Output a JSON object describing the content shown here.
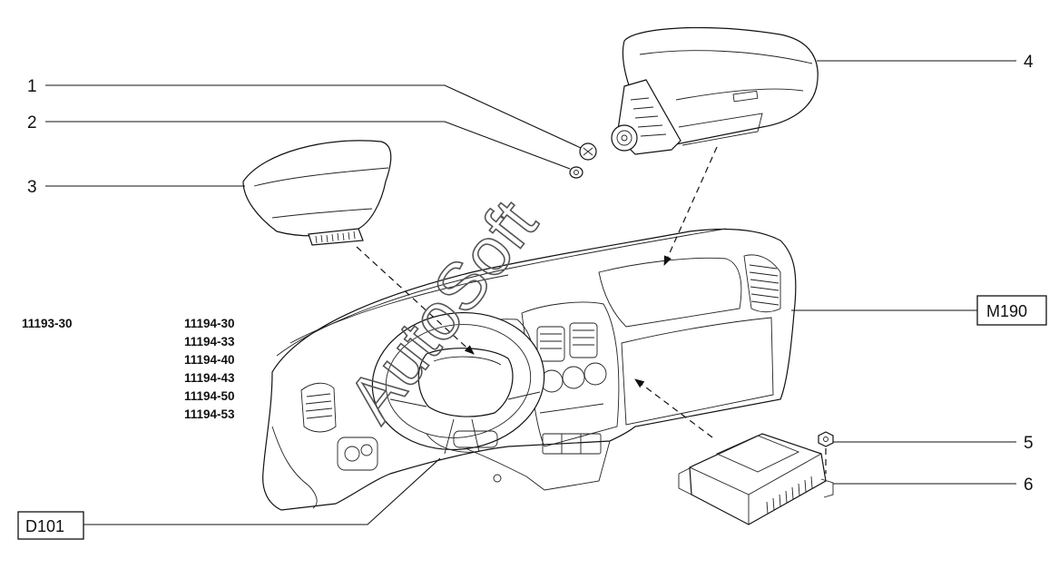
{
  "callouts": [
    {
      "id": "1",
      "text": "1"
    },
    {
      "id": "2",
      "text": "2"
    },
    {
      "id": "3",
      "text": "3"
    },
    {
      "id": "4",
      "text": "4"
    },
    {
      "id": "5",
      "text": "5"
    },
    {
      "id": "6",
      "text": "6"
    }
  ],
  "boxed_labels": {
    "m190": "M190",
    "d101": "D101"
  },
  "variants": {
    "left": "11193-30",
    "right": [
      "11194-30",
      "11194-33",
      "11194-40",
      "11194-43",
      "11194-50",
      "11194-53"
    ]
  },
  "watermark": "AutoSoft"
}
